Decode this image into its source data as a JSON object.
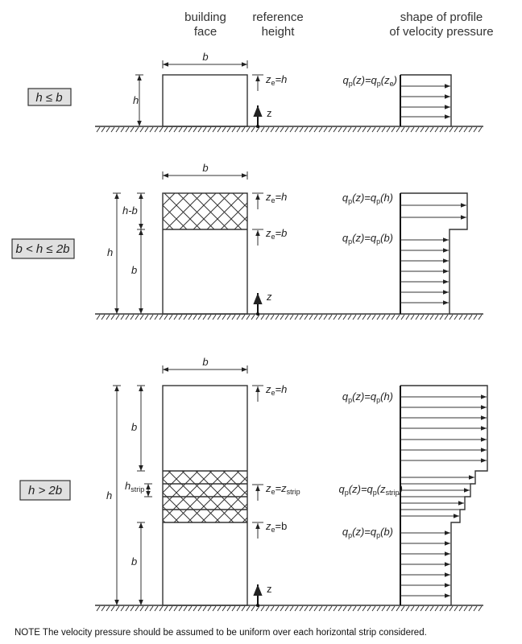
{
  "headers": {
    "building_face": [
      "building",
      "face"
    ],
    "reference_height": [
      "reference",
      "height"
    ],
    "profile": [
      "shape of profile",
      "of velocity pressure"
    ]
  },
  "cases": {
    "c1": "h ≤  b",
    "c2": "b < h ≤ 2b",
    "c3": "h >  2b"
  },
  "dims": {
    "b": "b",
    "h": "h",
    "h_minus_b": "h-b",
    "z": "z"
  },
  "labels": {
    "ze_h": [
      {
        "t": "z"
      },
      {
        "t": "e",
        "sub": true
      },
      {
        "t": "=h"
      }
    ],
    "ze_b_i": [
      {
        "t": "z"
      },
      {
        "t": "e",
        "sub": true
      },
      {
        "t": "=b"
      }
    ],
    "ze_b": [
      {
        "t": "z"
      },
      {
        "t": "e",
        "sub": true
      },
      {
        "t": "=b",
        "up": true
      }
    ],
    "ze_zstrip": [
      {
        "t": "z"
      },
      {
        "t": "e",
        "sub": true
      },
      {
        "t": "=z"
      },
      {
        "t": "strip",
        "sub": true
      }
    ],
    "hstrip": [
      {
        "t": "h"
      },
      {
        "t": "strip",
        "sub": true
      }
    ],
    "qp_ze": [
      {
        "t": "q"
      },
      {
        "t": "p",
        "sub": true
      },
      {
        "t": "(z)=q"
      },
      {
        "t": "p",
        "sub": true
      },
      {
        "t": "(z"
      },
      {
        "t": "e",
        "sub": true
      },
      {
        "t": ")"
      }
    ],
    "qp_h": [
      {
        "t": "q"
      },
      {
        "t": "p",
        "sub": true
      },
      {
        "t": "(z)=q"
      },
      {
        "t": "p",
        "sub": true
      },
      {
        "t": "(h)"
      }
    ],
    "qp_b": [
      {
        "t": "q"
      },
      {
        "t": "p",
        "sub": true
      },
      {
        "t": "(z)=q"
      },
      {
        "t": "p",
        "sub": true
      },
      {
        "t": "(b)"
      }
    ],
    "qp_zstrip": [
      {
        "t": "q"
      },
      {
        "t": "p",
        "sub": true
      },
      {
        "t": "(z)=q"
      },
      {
        "t": "p",
        "sub": true
      },
      {
        "t": "(z"
      },
      {
        "t": "strip",
        "sub": true
      },
      {
        "t": ")"
      }
    ]
  },
  "note": "NOTE   The velocity pressure should be assumed to be uniform over each horizontal strip considered."
}
